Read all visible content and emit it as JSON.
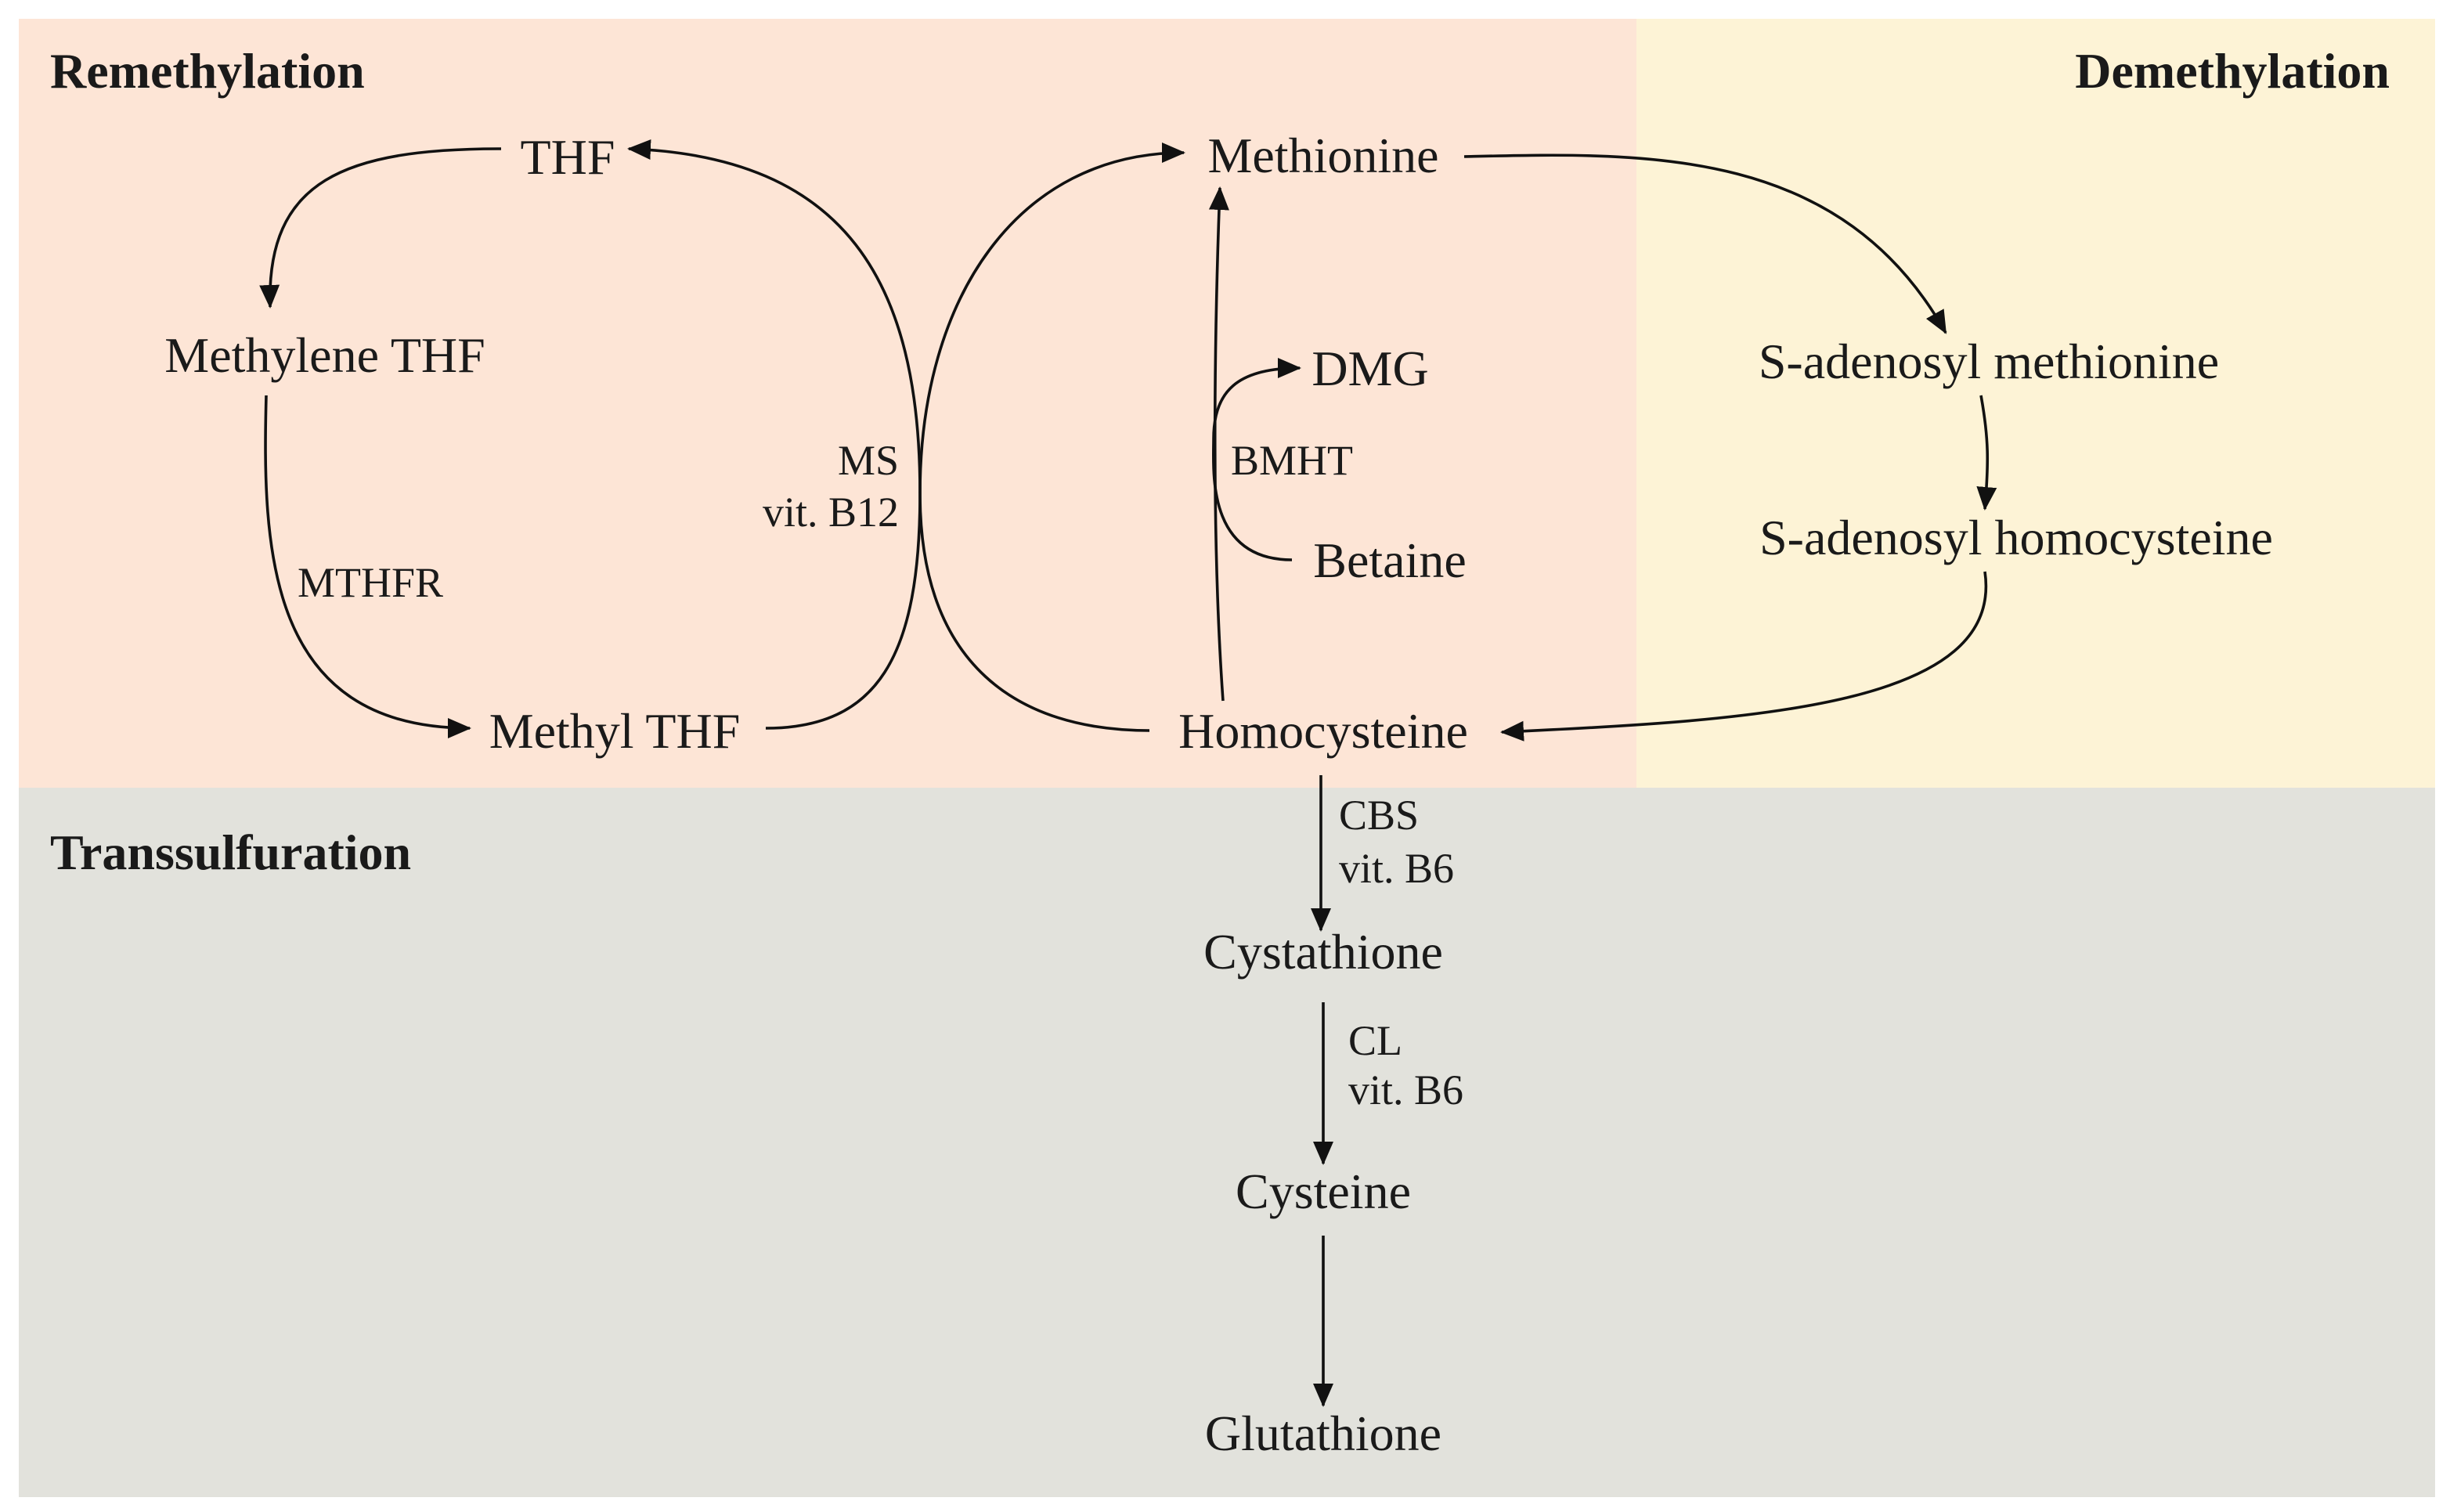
{
  "colors": {
    "remethylation_bg": "#fde5d6",
    "demethylation_bg": "#fdf3d6",
    "transsulfuration_bg": "#e2e2dc",
    "line": "#111111"
  },
  "sections": {
    "remethylation": "Remethylation",
    "demethylation": "Demethylation",
    "transsulfuration": "Transsulfuration"
  },
  "nodes": {
    "thf": "THF",
    "methylene_thf": "Methylene THF",
    "methyl_thf": "Methyl THF",
    "methionine": "Methionine",
    "dmg": "DMG",
    "betaine": "Betaine",
    "homocysteine": "Homocysteine",
    "sam": "S-adenosyl methionine",
    "sah": "S-adenosyl homocysteine",
    "cystathione": "Cystathione",
    "cysteine": "Cysteine",
    "glutathione": "Glutathione"
  },
  "enzymes": {
    "mthfr": "MTHFR",
    "ms": "MS",
    "ms_cofactor": "vit. B12",
    "bmht": "BMHT",
    "cbs": "CBS",
    "cbs_cofactor": "vit. B6",
    "cl": "CL",
    "cl_cofactor": "vit. B6"
  }
}
